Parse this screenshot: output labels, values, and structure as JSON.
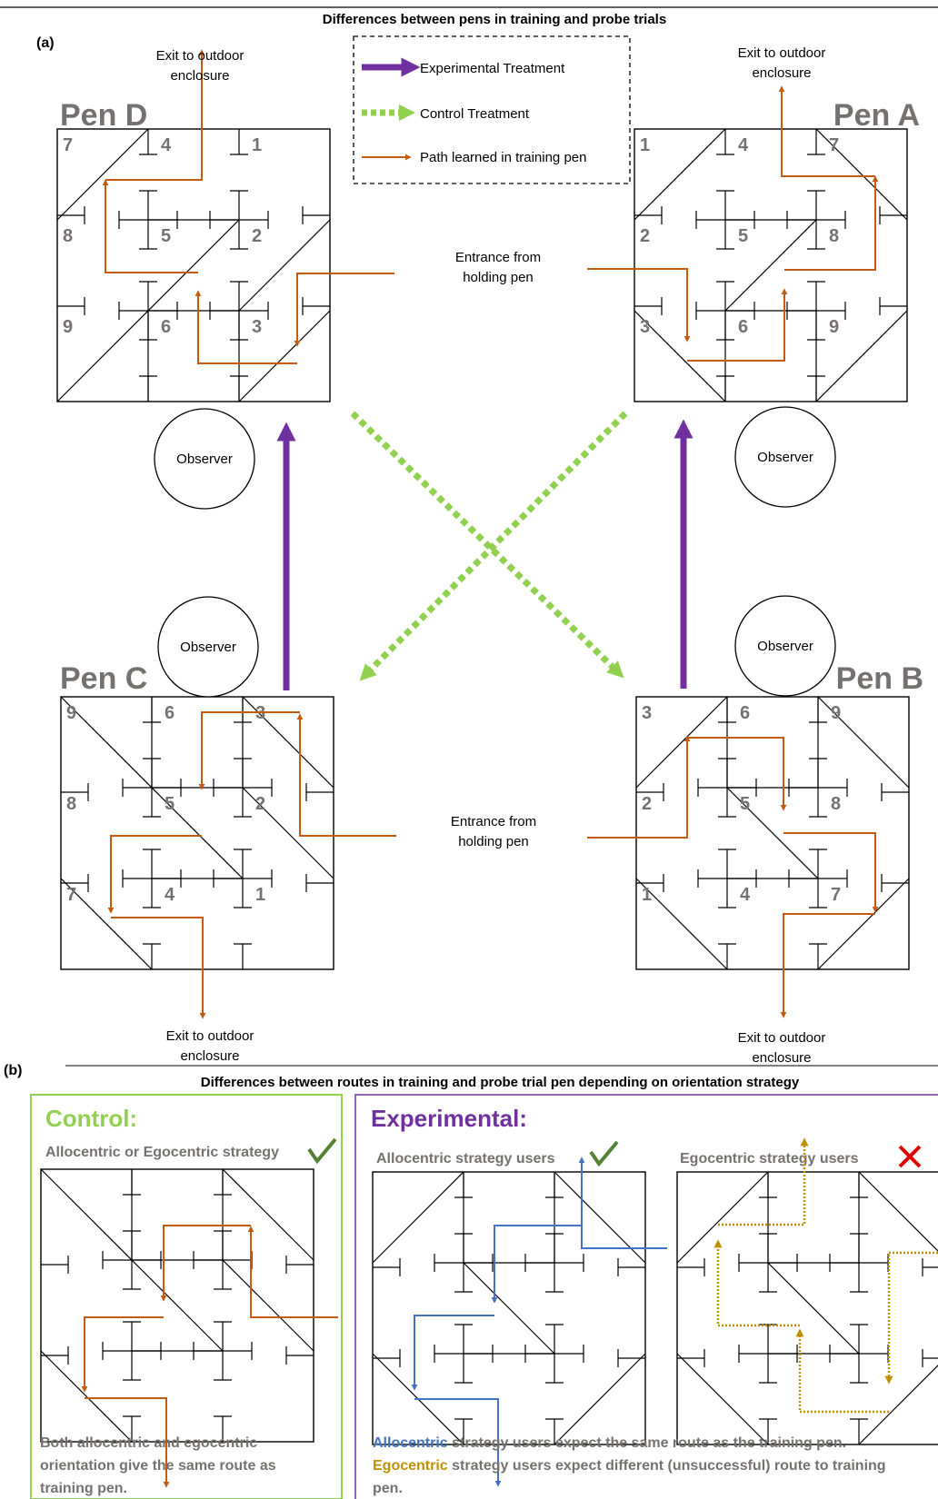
{
  "panel_a": {
    "letter": "(a)",
    "title": "Differences between pens in training and probe trials",
    "legend": {
      "experimental": "Experimental Treatment",
      "control": "Control Treatment",
      "path": "Path learned in training pen"
    },
    "pens": {
      "D": {
        "name": "Pen D",
        "labels": [
          "7",
          "4",
          "1",
          "8",
          "5",
          "2",
          "9",
          "6",
          "3"
        ]
      },
      "A": {
        "name": "Pen A",
        "labels": [
          "1",
          "4",
          "7",
          "2",
          "5",
          "8",
          "3",
          "6",
          "9"
        ]
      },
      "C": {
        "name": "Pen C",
        "labels": [
          "9",
          "6",
          "3",
          "8",
          "5",
          "2",
          "7",
          "4",
          "1"
        ]
      },
      "B": {
        "name": "Pen B",
        "labels": [
          "3",
          "6",
          "9",
          "2",
          "5",
          "8",
          "1",
          "4",
          "7"
        ]
      }
    },
    "exit_line1": "Exit to outdoor",
    "exit_line2": "enclosure",
    "entrance_line1": "Entrance from",
    "entrance_line2": "holding pen",
    "observer": "Observer"
  },
  "panel_b": {
    "letter": "(b)",
    "title": "Differences between routes in training and probe trial pen depending on orientation strategy",
    "control": {
      "heading": "Control:",
      "subheading": "Allocentric or Egocentric strategy",
      "caption_line1": "Both allocentric and egocentric",
      "caption_line2": "orientation give the same route as",
      "caption_line3": "training pen."
    },
    "experimental": {
      "heading": "Experimental:",
      "allo_sub": "Allocentric strategy users",
      "ego_sub": "Egocentric strategy users",
      "caption1_word": "Allocentric",
      "caption1_rest": " strategy users expect the same route as the training pen.",
      "caption2_word": "Egocentric",
      "caption2_rest": " strategy users expect different (unsuccessful) route to training",
      "caption2_line2": "pen."
    }
  },
  "colors": {
    "purple": "#7030a0",
    "green": "#92d050",
    "orange": "#c55a11",
    "blue": "#4472c4",
    "gold": "#bf9000",
    "label_gray": "#767171",
    "dark_green": "#548235",
    "red": "#e00000"
  }
}
